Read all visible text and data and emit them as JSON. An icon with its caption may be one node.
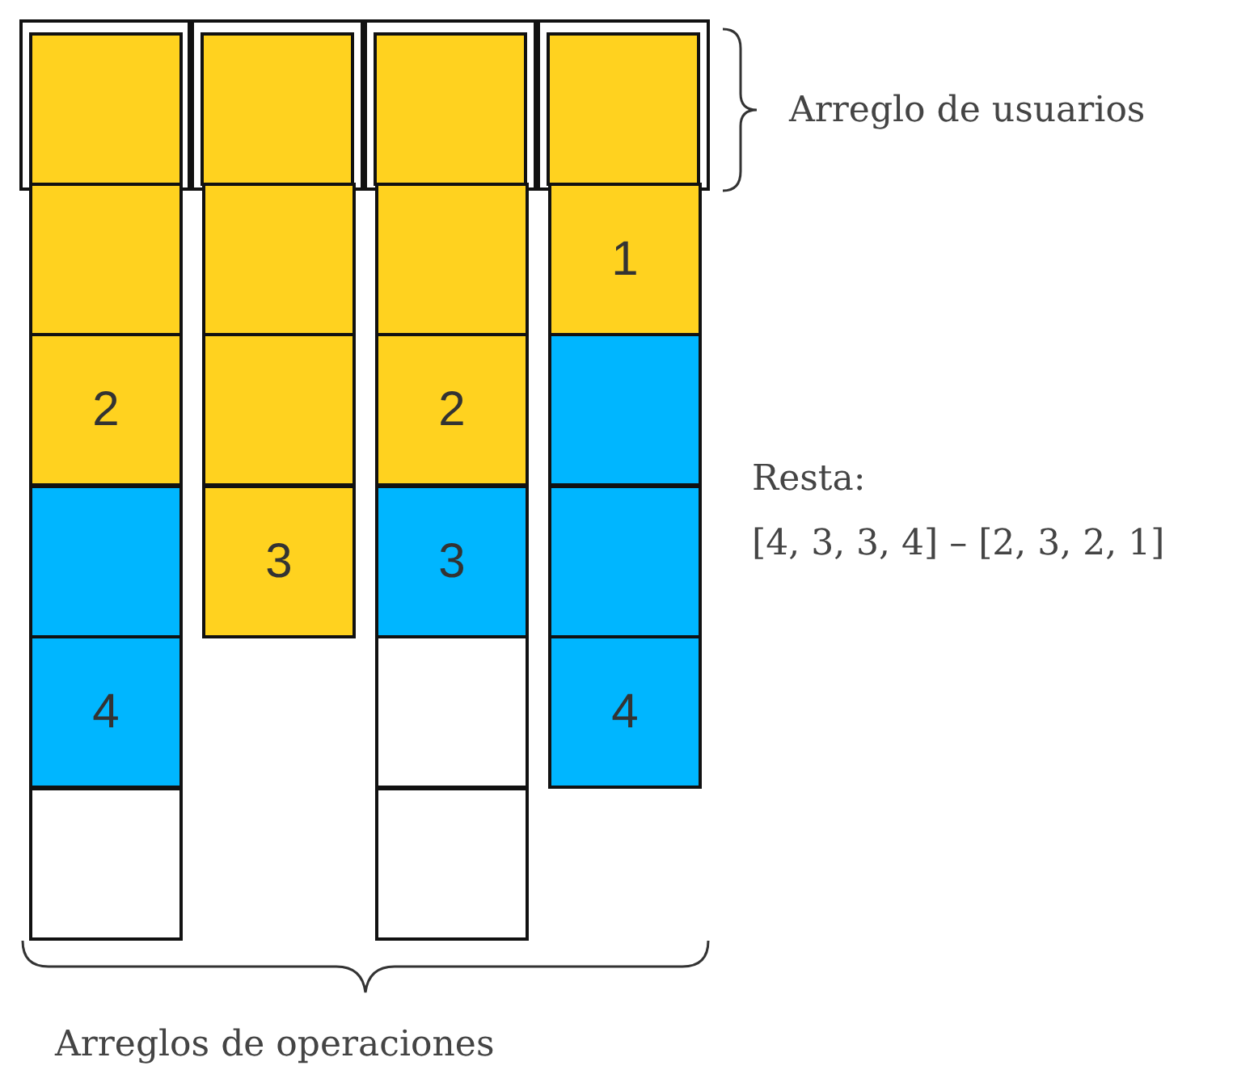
{
  "diagram": {
    "nodes": [
      {
        "text": [],
        "shape": "box"
      },
      {
        "text": [],
        "shape": "box",
        "in": 0
      },
      {
        "text": [],
        "shape": "box"
      },
      {
        "text": [],
        "shape": "box",
        "in": 2
      },
      {
        "text": [],
        "shape": "box"
      },
      {
        "text": [],
        "shape": "box",
        "in": 4
      },
      {
        "text": [],
        "shape": "box"
      },
      {
        "text": [],
        "shape": "box",
        "in": 6
      },
      {
        "text": [],
        "shape": "box"
      },
      {
        "text": [],
        "shape": "box"
      },
      {
        "text": [],
        "shape": "box"
      },
      {
        "text": [
          "1"
        ]
      },
      {
        "text": [
          "2"
        ]
      },
      {
        "text": [],
        "shape": "box"
      },
      {
        "text": [
          "2"
        ]
      },
      {
        "text": [],
        "shape": "box"
      },
      {
        "text": [],
        "shape": "box"
      },
      {
        "text": [
          "3"
        ]
      },
      {
        "text": [
          "3"
        ]
      },
      {
        "text": [],
        "shape": "box"
      },
      {
        "text": [
          "4"
        ]
      },
      {
        "text": [],
        "shape": "box"
      },
      {
        "text": [
          "4"
        ]
      },
      {
        "text": [],
        "shape": "box"
      },
      {
        "text": [],
        "shape": "box"
      }
    ],
    "labels": [
      "Arreglo de usuarios",
      "Resta:",
      "[4, 3, 3, 4] – [2, 3, 2, 1]",
      "Arreglos de operaciones"
    ]
  }
}
